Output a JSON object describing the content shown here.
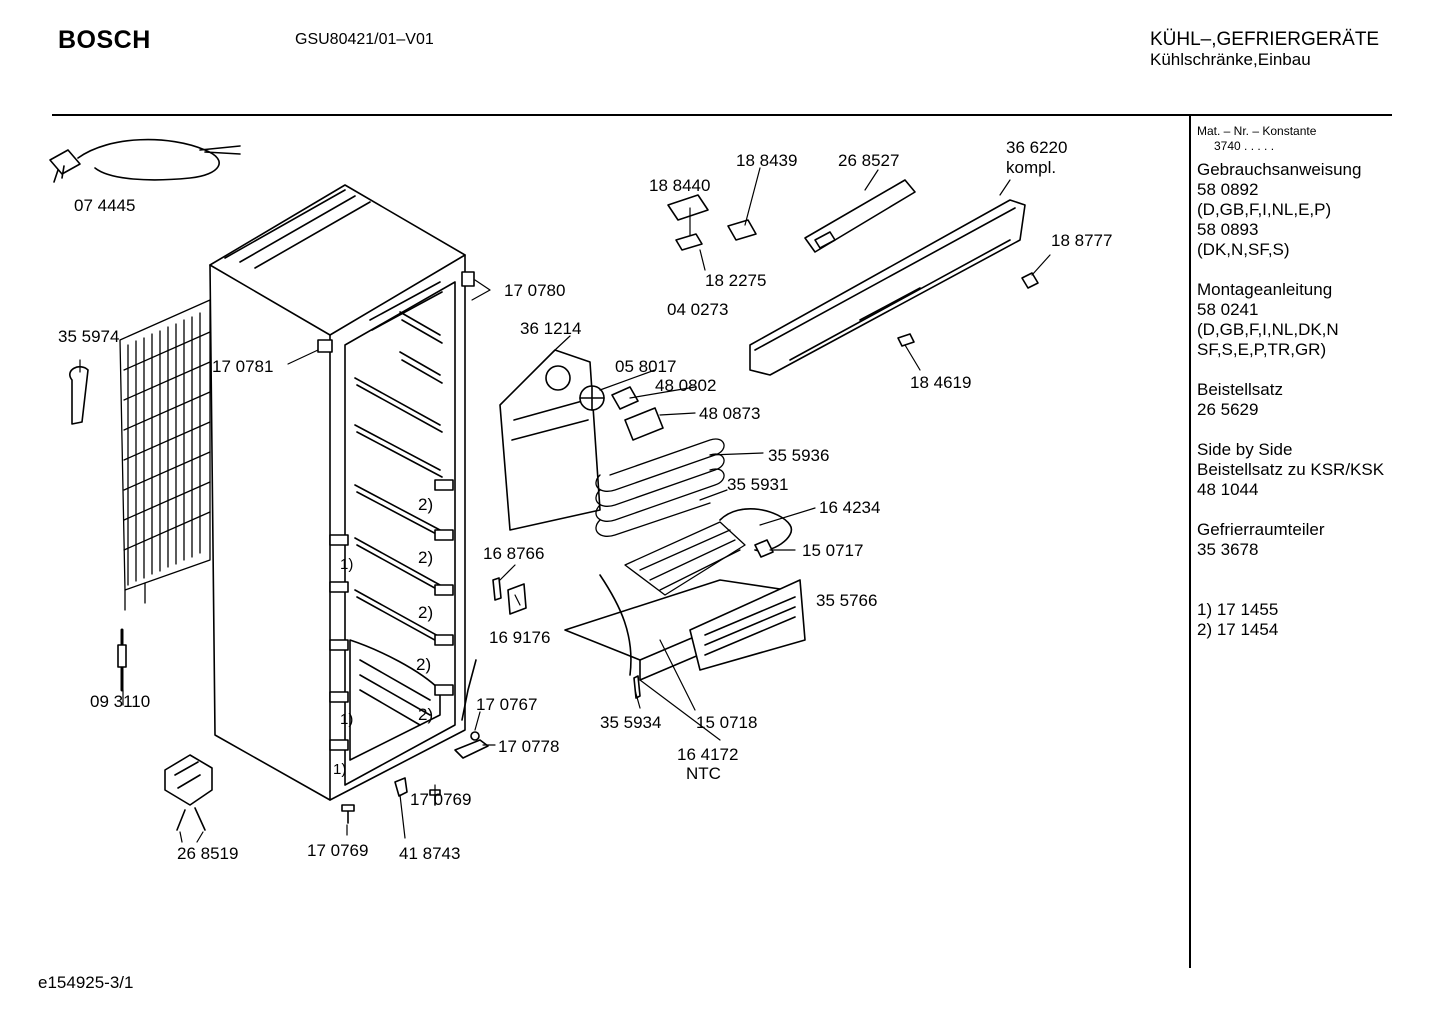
{
  "header": {
    "brand": "BOSCH",
    "model": "GSU80421/01–V01",
    "category_line1": "KÜHL–,GEFRIERGERÄTE",
    "category_line2": "Kühlschränke,Einbau"
  },
  "footer": {
    "doc_code": "e154925-3/1"
  },
  "sidebar": {
    "mat_label": "Mat. – Nr. – Konstante",
    "mat_value": "3740  .  .  .  .  .",
    "blocks": [
      [
        "Gebrauchsanweisung",
        "58 0892",
        "(D,GB,F,I,NL,E,P)",
        "58 0893",
        "(DK,N,SF,S)"
      ],
      [
        "Montageanleitung",
        "58 0241",
        "(D,GB,F,I,NL,DK,N",
        "SF,S,E,P,TR,GR)"
      ],
      [
        "Beistellsatz",
        "26 5629"
      ],
      [
        "Side by Side",
        "Beistellsatz zu KSR/KSK",
        "48 1044"
      ],
      [
        "Gefrierraumteiler",
        "35 3678"
      ],
      [
        "",
        "1) 17 1455",
        "2) 17 1454"
      ]
    ]
  },
  "parts": {
    "p074445": "07 4445",
    "p355974": "35 5974",
    "p093110": "09 3110",
    "p268519": "26 8519",
    "p170781": "17 0781",
    "p170780": "17 0780",
    "p170769a": "17 0769",
    "p418743": "41 8743",
    "p170769b": "17 0769",
    "p170778": "17 0778",
    "p170767": "17 0767",
    "p361214": "36 1214",
    "p058017": "05 8017",
    "p480802": "48 0802",
    "p480873": "48 0873",
    "p355936": "35 5936",
    "p355931": "35 5931",
    "p164234": "16 4234",
    "p150717": "15  0717",
    "p355766": "35 5766",
    "p168766": "16 8766",
    "p169176": "16 9176",
    "p355934": "35 5934",
    "p150718": "15  0718",
    "p164172": "16 4172",
    "ntc": "NTC",
    "p188440": "18 8440",
    "p188439": "18 8439",
    "p268527": "26 8527",
    "p366220": "36 6220",
    "kompl": "kompl.",
    "p188777": "18 8777",
    "p182275": "18 2275",
    "p040273": "04 0273",
    "p184619": "18 4619",
    "n2a": "2)",
    "n2b": "2)",
    "n2c": "2)",
    "n2d": "2)",
    "n2e": "2)",
    "n1a": "1)",
    "n1b": "1)",
    "n1c": "1)"
  },
  "colors": {
    "ink": "#000000",
    "paper": "#ffffff",
    "shade": "#d9d9d9"
  }
}
